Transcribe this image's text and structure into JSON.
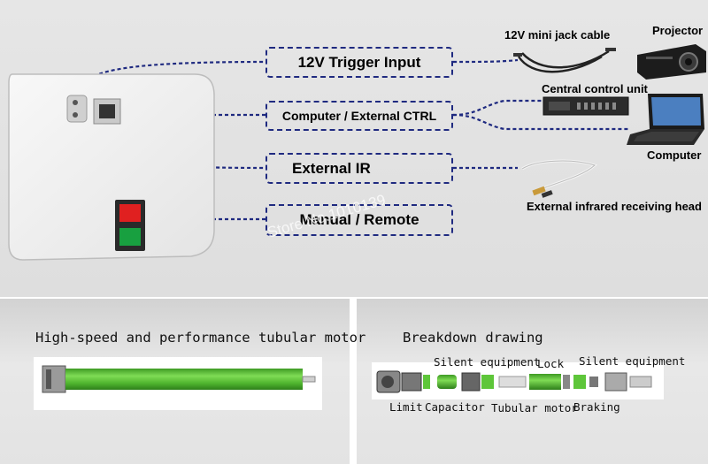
{
  "colors": {
    "line": "#1f2a80",
    "box_bg": "#f1f1f1",
    "motor_green": "#5ec63a",
    "red_button": "#e02020",
    "green_button": "#18a040"
  },
  "labels": {
    "trigger": "12V Trigger Input",
    "computer_ctrl": "Computer / External CTRL",
    "external_ir": "External IR",
    "manual_remote": "Manual / Remote"
  },
  "devices": {
    "jack_cable": "12V  mini jack cable",
    "projector": "Projector",
    "central_unit": "Central control unit",
    "computer": "Computer",
    "ir_head": "External infrared receiving head"
  },
  "watermark": "Store No.1010139",
  "bottom": {
    "left_title": "High-speed and performance tubular motor",
    "right_title": "Breakdown drawing",
    "parts_top": {
      "silent1": "Silent equipment",
      "lock": "Lock",
      "silent2": "Silent equipment"
    },
    "parts_bottom": {
      "limit": "Limit",
      "capacitor": "Capacitor",
      "tubular": "Tubular motor",
      "braking": "Braking"
    }
  }
}
